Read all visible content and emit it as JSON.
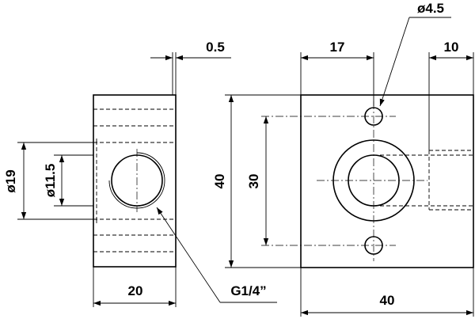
{
  "drawing": {
    "side_view": {
      "dim_width": "20",
      "dim_offset": "0.5",
      "dim_outer_diameter": "ø19",
      "dim_inner_diameter": "ø11.5",
      "thread_label": "G1/4”"
    },
    "front_view": {
      "dim_hole_offset": "17",
      "dim_hole_diameter": "ø4.5",
      "dim_side_offset": "10",
      "dim_height": "40",
      "dim_hole_spacing": "30",
      "dim_width": "40"
    }
  }
}
